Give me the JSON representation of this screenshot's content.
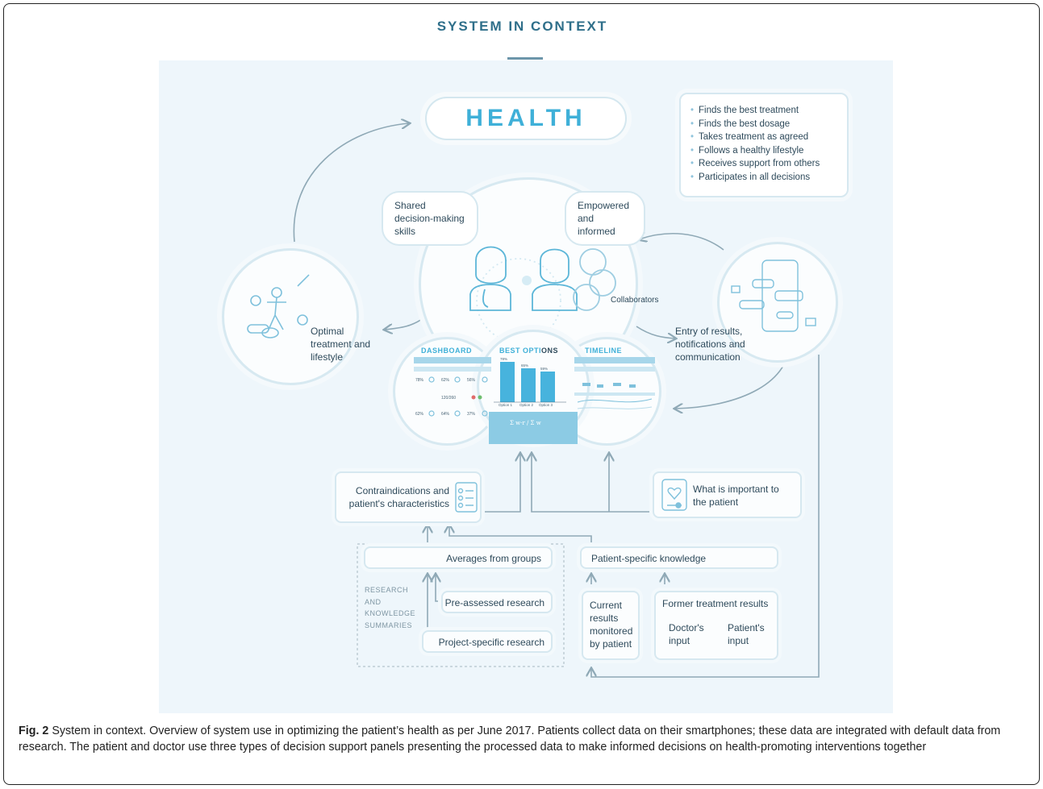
{
  "header": {
    "title": "SYSTEM IN CONTEXT"
  },
  "health": {
    "label": "HEALTH"
  },
  "goals": [
    "Finds the best treatment",
    "Finds the best dosage",
    "Takes treatment as agreed",
    "Follows a healthy lifestyle",
    "Receives support from others",
    "Participates in all decisions"
  ],
  "bubbles": {
    "shared": "Shared decision-making skills",
    "empowered": "Empowered and informed"
  },
  "center": {
    "collaborators": "Collaborators"
  },
  "left": {
    "optimal": "Optimal treatment and lifestyle"
  },
  "right": {
    "entry": "Entry of results, notifications and communication"
  },
  "panels": {
    "dashboard": "DASHBOARD",
    "best_options_a": "BEST OPTI",
    "best_options_b": "ONS",
    "timeline": "TIMELINE",
    "bar_labels": [
      "Option 1",
      "Option 2",
      "Option 3"
    ],
    "bar_values": [
      "78%",
      "65%",
      "59%"
    ],
    "dash_values": [
      "78%",
      "62%",
      "56%",
      "120/260",
      "62%",
      "64%",
      "37%"
    ]
  },
  "boxes": {
    "contra": "Contraindications and patient's characteristics",
    "important": "What is important to the patient",
    "averages": "Averages from groups",
    "patient_knowledge": "Patient-specific knowledge",
    "pre_assessed": "Pre-assessed research",
    "project_specific": "Project-specific research",
    "research_label": "RESEARCH AND KNOWLEDGE SUMMARIES",
    "current": "Current results monitored by patient",
    "former": "Former treatment results",
    "doctor": "Doctor's input",
    "patient": "Patient's input"
  },
  "caption": {
    "label": "Fig. 2",
    "text": " System in context. Overview of system use in optimizing the patient’s health as per June 2017. Patients collect data on their smartphones; these data are integrated with default data from research. The patient and doctor use three types of decision support panels presenting the processed data to make informed decisions on health-promoting interventions together"
  },
  "colors": {
    "accent": "#3fb0d8",
    "title": "#2f6f8a",
    "panel_bg": "#eef6fb",
    "line": "#8fa9b6"
  }
}
